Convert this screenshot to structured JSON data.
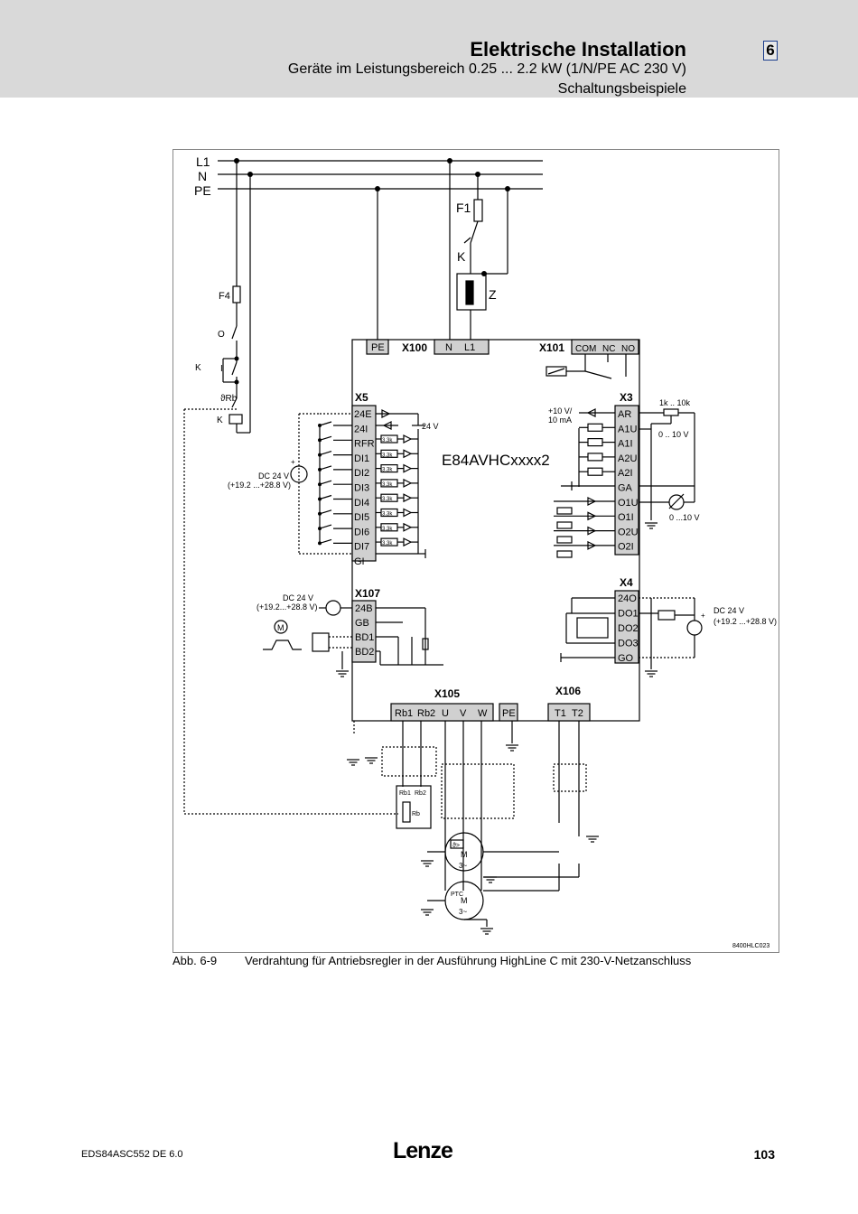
{
  "header": {
    "title": "Elektrische Installation",
    "subtitle1": "Geräte im Leistungsbereich 0.25 ... 2.2 kW (1/N/PE AC 230 V)",
    "subtitle2": "Schaltungsbeispiele",
    "chapter": "6"
  },
  "diagram": {
    "mains": {
      "l1": "L1",
      "n": "N",
      "pe": "PE"
    },
    "fuse_f1": "F1",
    "fuse_f4": "F4",
    "contactor_k": "K",
    "filter_z": "Z",
    "switch_o": "O",
    "switch_i": "I",
    "thermal_r": "ϑRb",
    "x100": {
      "name": "X100",
      "pe": "PE",
      "n": "N",
      "l1": "L1"
    },
    "x101": {
      "name": "X101",
      "com": "COM",
      "nc": "NC",
      "no": "NO"
    },
    "device_model": "E84AVHCxxxx2",
    "x5": {
      "name": "X5",
      "terminals": [
        "24E",
        "24I",
        "RFR",
        "DI1",
        "DI2",
        "DI3",
        "DI4",
        "DI5",
        "DI6",
        "DI7",
        "GI"
      ],
      "resistor": "3.3k",
      "supply_24v": "24 V"
    },
    "dc24_left": {
      "line1": "DC 24 V",
      "line2": "(+19.2 ...+28.8 V)"
    },
    "x3": {
      "name": "X3",
      "terminals": [
        "AR",
        "A1U",
        "A1I",
        "A2U",
        "A2I",
        "GA",
        "O1U",
        "O1I",
        "O2U",
        "O2I"
      ],
      "ref_label1": "+10 V/",
      "ref_label2": "10 mA",
      "pot": "1k .. 10k",
      "range_in": "0 .. 10 V",
      "range_out": "0 ...10 V"
    },
    "x107": {
      "name": "X107",
      "terminals": [
        "24B",
        "GB",
        "BD1",
        "BD2"
      ]
    },
    "dc24_brake": {
      "line1": "DC 24 V",
      "line2": "(+19.2...+28.8 V)"
    },
    "motor_m": "M",
    "x4": {
      "name": "X4",
      "terminals": [
        "24O",
        "DO1",
        "DO2",
        "DO3",
        "GO"
      ]
    },
    "dc24_right": {
      "line1": "DC 24 V",
      "line2": "(+19.2 ...+28.8 V)"
    },
    "x105": {
      "name": "X105",
      "terminals": [
        "Rb1",
        "Rb2",
        "U",
        "V",
        "W"
      ]
    },
    "pe_terminal": "PE",
    "x106": {
      "name": "X106",
      "terminals": [
        "T1",
        "T2"
      ]
    },
    "brake_resistor": {
      "rb1": "Rb1",
      "rb2": "Rb2",
      "rb": "Rb"
    },
    "motor1": {
      "m": "M",
      "phase": "3~",
      "sensor": "ϑ>"
    },
    "motor2": {
      "m": "M",
      "phase": "3~",
      "sensor": "PTC"
    },
    "figure_id": "8400HLC023"
  },
  "caption": {
    "number": "Abb. 6-9",
    "text": "Verdrahtung für Antriebsregler in der Ausführung HighLine C mit 230-V-Netzanschluss"
  },
  "footer": {
    "doc": "EDS84ASC552  DE  6.0",
    "logo": "Lenze",
    "page": "103"
  }
}
